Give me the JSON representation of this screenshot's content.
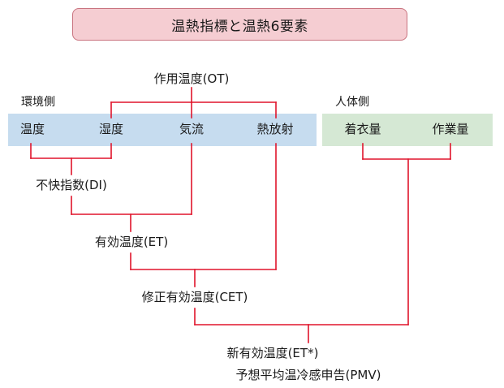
{
  "title": "温熱指標と温熱6要素",
  "groups": {
    "environment": "環境側",
    "human": "人体側"
  },
  "factors": {
    "temperature": "温度",
    "humidity": "湿度",
    "airflow": "気流",
    "radiation": "熱放射",
    "clothing": "着衣量",
    "activity": "作業量"
  },
  "indices": {
    "ot": "作用温度(OT)",
    "di": "不快指数(DI)",
    "et": "有効温度(ET)",
    "cet": "修正有効温度(CET)",
    "et_star": "新有効温度(ET*)",
    "pmv": "予想平均温冷感申告(PMV)"
  },
  "colors": {
    "connector": "#e0142b",
    "title_bg": "#f5cdd2",
    "title_border": "#c9737f",
    "environment_band": "#c6dcef",
    "human_band": "#d5e8d4"
  }
}
